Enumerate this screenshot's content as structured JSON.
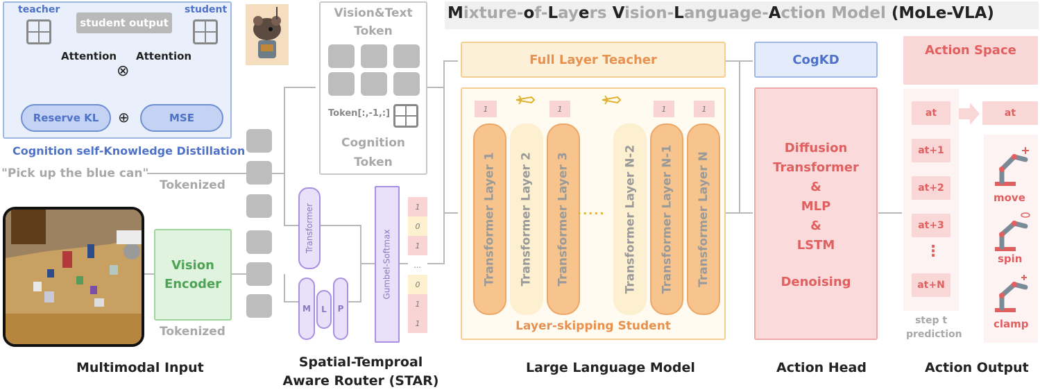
{
  "title": {
    "words": [
      {
        "c": "M",
        "rest": "ixture-",
        "bold_start": true
      },
      {
        "c": "o",
        "rest": "f-",
        "bold_start": true
      },
      {
        "c": "L",
        "rest": "ay",
        "bold_start": true
      },
      {
        "c": "e",
        "rest": "rs ",
        "bold_start": true
      },
      {
        "c": "V",
        "rest": "ision-",
        "bold_start": true
      },
      {
        "c": "L",
        "rest": "anguage-",
        "bold_start": true
      },
      {
        "c": "A",
        "rest": "ction Model ",
        "bold_start": true
      }
    ],
    "suffix": "(MoLe-VLA)"
  },
  "cogkd_box": {
    "teacher": "teacher",
    "student": "student",
    "student_output": "student output",
    "attention_left": "Attention",
    "attention_right": "Attention",
    "multiply": "⊗",
    "reserve_kl": "Reserve KL",
    "plus": "⊕",
    "mse": "MSE",
    "caption": "Cognition self-Knowledge Distillation"
  },
  "input": {
    "instruction": "\"Pick up the blue can\"",
    "tokenized_top": "Tokenized",
    "vision_encoder": "Vision\nEncoder",
    "tokenized_bottom": "Tokenized",
    "section_label": "Multimodal Input"
  },
  "token_box": {
    "title": "Vision&Text\nToken",
    "token_slice": "Token[:,-1,:]",
    "cognition": "Cognition\nToken"
  },
  "router": {
    "transformer": "Transformer",
    "m": "M",
    "l": "L",
    "p": "P",
    "gumbel": "Gumbel-Softmax",
    "gates": [
      "1",
      "0",
      "1",
      "...",
      "0",
      "1",
      "1"
    ],
    "section_label": "Spatial-Temproal\nAware Router (STAR)"
  },
  "llm": {
    "teacher": "Full Layer Teacher",
    "student": "Layer-skipping Student",
    "token_labels": [
      "1",
      "1",
      "1",
      "1"
    ],
    "layers": [
      "Transformer Layer 1",
      "Transformer Layer 2",
      "Transformer Layer 3",
      "Transformer Layer N-2",
      "Transformer Layer N-1",
      "Transformer Layer N"
    ],
    "ellipsis": "·····",
    "section_label": "Large Language Model"
  },
  "action_head": {
    "cogkd": "CogKD",
    "body": "Diffusion\nTransformer\n&\nMLP\n&\nLSTM",
    "denoising": "Denoising",
    "section_label": "Action Head"
  },
  "action_output": {
    "space": "Action Space",
    "steps": [
      "at",
      "at+1",
      "at+2",
      "at+3",
      "⋮",
      "at+N"
    ],
    "selected": "at",
    "step_caption": "step t\nprediction",
    "actions": [
      "move",
      "spin",
      "clamp"
    ],
    "section_label": "Action Output"
  },
  "colors": {
    "blue": "#4e72c7",
    "orange": "#e8914f",
    "green": "#4fa356",
    "purple": "#9b7fd9",
    "red": "#e06060",
    "gray": "#a8a8a8"
  },
  "icons": [
    "grid-icon",
    "robot-mascot-image",
    "robot-arm-icon",
    "scene-photo",
    "plane-arrow-icon"
  ]
}
